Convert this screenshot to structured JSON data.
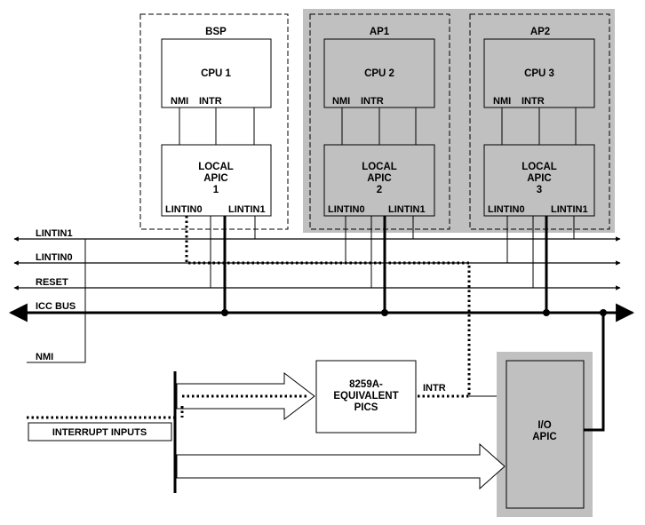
{
  "groups": {
    "bsp": "BSP",
    "ap1": "AP1",
    "ap2": "AP2"
  },
  "cpus": [
    {
      "label": "CPU 1",
      "nmi": "NMI",
      "intr": "INTR"
    },
    {
      "label": "CPU 2",
      "nmi": "NMI",
      "intr": "INTR"
    },
    {
      "label": "CPU 3",
      "nmi": "NMI",
      "intr": "INTR"
    }
  ],
  "apics": [
    {
      "line1": "LOCAL",
      "line2": "APIC",
      "num": "1",
      "lint0": "LINTIN0",
      "lint1": "LINTIN1"
    },
    {
      "line1": "LOCAL",
      "line2": "APIC",
      "num": "2",
      "lint0": "LINTIN0",
      "lint1": "LINTIN1"
    },
    {
      "line1": "LOCAL",
      "line2": "APIC",
      "num": "3",
      "lint0": "LINTIN0",
      "lint1": "LINTIN1"
    }
  ],
  "buses": {
    "lintin1": "LINTIN1",
    "lintin0": "LINTIN0",
    "reset": "RESET",
    "icc": "ICC BUS",
    "nmi": "NMI"
  },
  "pics": {
    "line1": "8259A-",
    "line2": "EQUIVALENT",
    "line3": "PICS",
    "intr": "INTR"
  },
  "ioapic": {
    "line1": "I/O",
    "line2": "APIC"
  },
  "interrupt_inputs": "INTERRUPT INPUTS",
  "colors": {
    "shade": "#c0c0c0",
    "line": "#000000"
  }
}
